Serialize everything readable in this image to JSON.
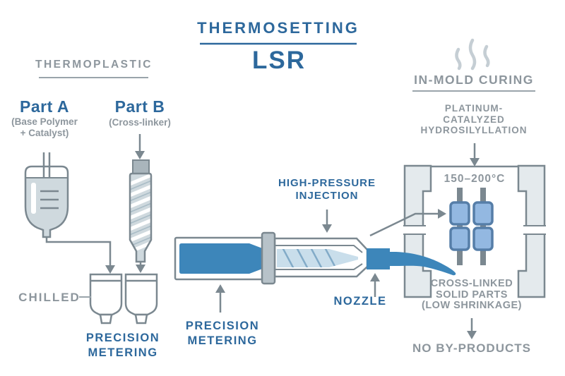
{
  "title": {
    "top": "THERMOSETTING",
    "main": "LSR"
  },
  "left_column": {
    "heading": "THERMOPLASTIC",
    "part_a": {
      "name": "Part A",
      "desc_line1": "(Base Polymer",
      "desc_line2": "+ Catalyst)"
    },
    "part_b": {
      "name": "Part B",
      "desc": "(Cross-linker)"
    },
    "chilled_label": "CHILLED",
    "metering_line1": "PRECISION",
    "metering_line2": "METERING"
  },
  "center": {
    "injection_line1": "HIGH-PRESSURE",
    "injection_line2": "INJECTION",
    "metering_line1": "PRECISION",
    "metering_line2": "METERING",
    "nozzle_label": "NOZZLE"
  },
  "right_column": {
    "heading": "IN-MOLD CURING",
    "process_line1": "PLATINUM-",
    "process_line2": "CATALYZED",
    "process_line3": "HYDROSILYLLATION",
    "temperature": "150–200°C",
    "result_line1": "CROSS-LINKED",
    "result_line2": "SOLID PARTS",
    "result_line3": "(LOW SHRINKAGE)",
    "byproducts": "NO BY-PRODUCTS"
  },
  "icons": {
    "part_a_bag": "liquid-drum-icon",
    "part_b_mixer": "static-mixer-cartridge-icon",
    "metering_cups": "metering-container-icons",
    "injection_unit": "injection-barrel-screw-icon",
    "mold": "mold-halves-icon",
    "molded_parts": "cured-parts-icon",
    "steam": "heat-steam-icon"
  },
  "colors": {
    "accent": "#2d689c",
    "gray": "#8d969d",
    "outline": "#7b8890",
    "material": "#3d86ba",
    "part": "#93b8e1",
    "part_outline": "#567ea8",
    "mold": "#e4eaed",
    "lightfill": "#cfd9de",
    "flange": "#b7c2c9",
    "cap": "#a9b5bc",
    "screw": "#c9deeb",
    "screwline": "#82abc8",
    "steam": "#c5ced4",
    "grayline": "#9aa4ab",
    "mixline": "#a9bcc6"
  }
}
